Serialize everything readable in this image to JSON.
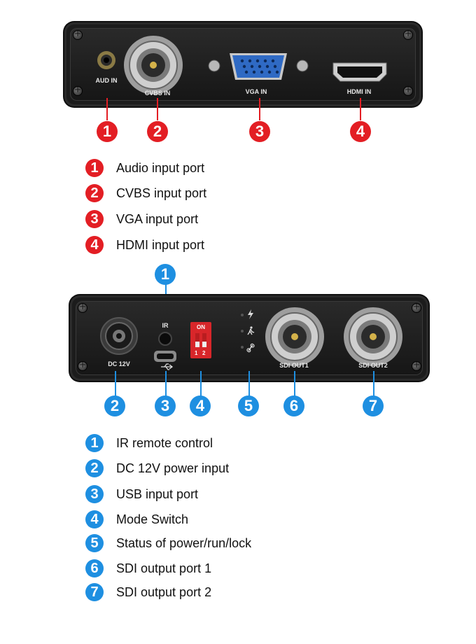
{
  "top_panel": {
    "ports": [
      {
        "num": "1",
        "label": "AUD IN"
      },
      {
        "num": "2",
        "label": "CVBS IN"
      },
      {
        "num": "3",
        "label": "VGA IN"
      },
      {
        "num": "4",
        "label": "HDMI IN"
      }
    ],
    "legend": [
      {
        "num": "1",
        "text": "Audio input port"
      },
      {
        "num": "2",
        "text": "CVBS input port"
      },
      {
        "num": "3",
        "text": "VGA input port"
      },
      {
        "num": "4",
        "text": "HDMI input port"
      }
    ],
    "marker_color": "#e31e24"
  },
  "bottom_panel": {
    "labels": {
      "ir": "IR",
      "dc": "DC 12V",
      "dip_on": "ON",
      "dip_1": "1",
      "dip_2": "2",
      "sdi1": "SDI OUT1",
      "sdi2": "SDI OUT2"
    },
    "callouts": [
      "1",
      "2",
      "3",
      "4",
      "5",
      "6",
      "7"
    ],
    "legend": [
      {
        "num": "1",
        "text": "IR remote control"
      },
      {
        "num": "2",
        "text": "DC 12V power input"
      },
      {
        "num": "3",
        "text": "USB input port"
      },
      {
        "num": "4",
        "text": "Mode Switch"
      },
      {
        "num": "5",
        "text": "Status of power/run/lock"
      },
      {
        "num": "6",
        "text": "SDI output port 1"
      },
      {
        "num": "7",
        "text": "SDI output port 2"
      }
    ],
    "marker_color": "#1e8fe1"
  }
}
